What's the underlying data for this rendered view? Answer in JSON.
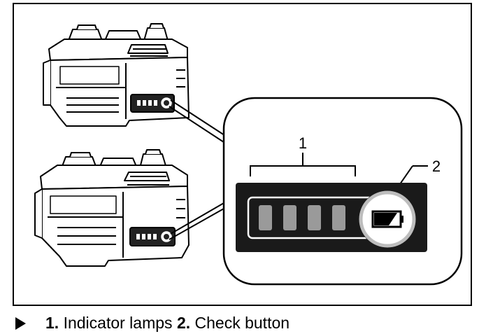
{
  "callouts": {
    "indicator_number": "1",
    "button_number": "2"
  },
  "caption": {
    "items": [
      {
        "number": "1.",
        "label": "Indicator lamps"
      },
      {
        "number": "2.",
        "label": "Check button"
      }
    ]
  },
  "indicator": {
    "lamp_count": 4,
    "lamp_color": "#9a9a9a",
    "panel_color": "#1a1a1a"
  }
}
